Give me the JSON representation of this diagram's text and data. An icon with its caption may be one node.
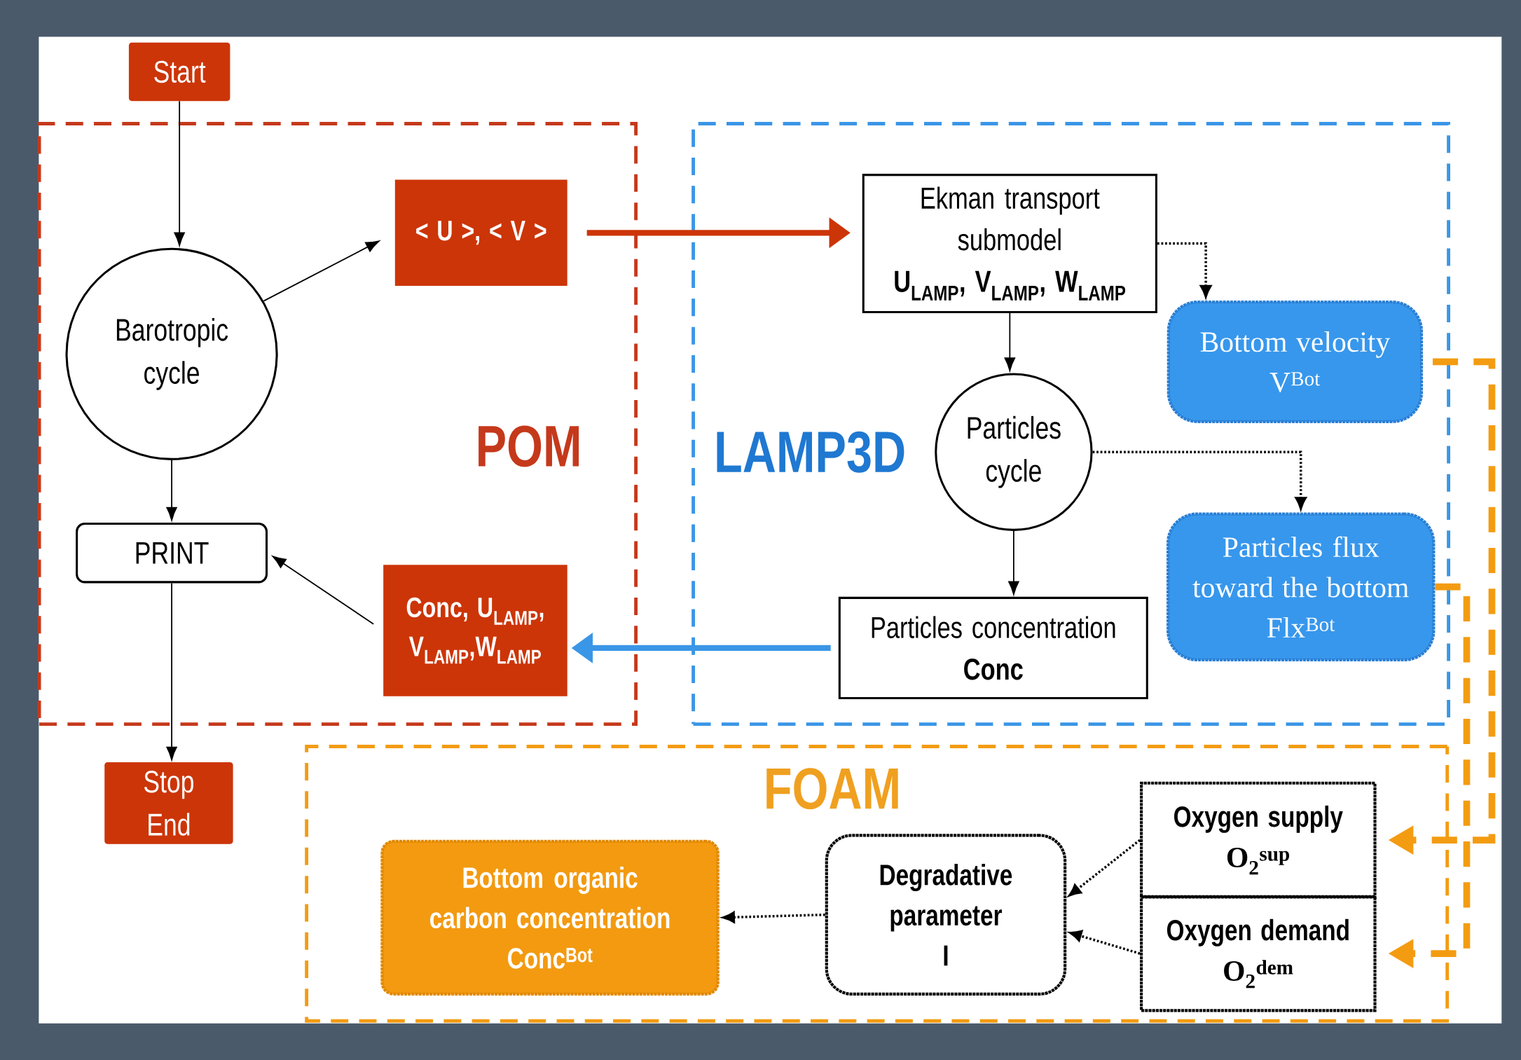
{
  "diagram": {
    "nodes": [
      {
        "text": [
          "Start"
        ]
      },
      {
        "text": [
          "POM"
        ]
      },
      {
        "text": [
          "Barotropic cycle"
        ],
        "in": 1
      },
      {
        "text": [
          "< U >, < V >"
        ],
        "in": 1
      },
      {
        "text": [
          "PRINT"
        ],
        "in": 1
      },
      {
        "text": [
          "Conc, U$_{LAMP}$, V$_{LAMP}$,W$_{LAMP}$"
        ],
        "in": 1
      },
      {
        "text": [
          "Stop",
          "End"
        ]
      },
      {
        "text": [
          "LAMP3D"
        ]
      },
      {
        "text": [
          "Ekman transport submodel",
          "U$_{LAMP}$, V$_{LAMP}$, W$_{LAMP}$"
        ],
        "in": 7
      },
      {
        "text": [
          "Bottom velocity",
          "V$^{Bot}$"
        ],
        "in": 7
      },
      {
        "text": [
          "Particles cycle"
        ],
        "in": 7
      },
      {
        "text": [
          "Particles flux toward the bottom",
          "Flx$^{Bot}$"
        ],
        "in": 7
      },
      {
        "text": [
          "Particles concentration",
          "Conc"
        ],
        "in": 7
      },
      {
        "text": [
          "FOAM"
        ]
      },
      {
        "text": [
          "Bottom organic carbon concentration",
          "Conc$^{Bot}$"
        ],
        "in": 13
      },
      {
        "text": [
          "Degradative parameter",
          "I"
        ],
        "in": 13
      },
      {
        "text": [
          "Oxygen supply",
          "O$_{2}$$^{sup}$"
        ],
        "in": 13
      },
      {
        "text": [
          "Oxygen demand",
          "O$_{2}$$^{dem}$"
        ],
        "in": 13
      }
    ],
    "edges": [
      {
        "from": 0,
        "to": 2,
        "arrow": "to"
      },
      {
        "from": 2,
        "to": 3,
        "arrow": "to"
      },
      {
        "from": 3,
        "to": 8,
        "arrow": "to",
        "style": "thick",
        "color": "#cc3508"
      },
      {
        "from": 8,
        "to": 10,
        "arrow": "to"
      },
      {
        "from": 8,
        "to": 9,
        "arrow": "to",
        "style": "dashed"
      },
      {
        "from": 10,
        "to": 11,
        "arrow": "to",
        "style": "dashed"
      },
      {
        "from": 10,
        "to": 12,
        "arrow": "to"
      },
      {
        "from": 12,
        "to": 5,
        "arrow": "to",
        "style": "thick",
        "color": "#3a96e6"
      },
      {
        "from": 5,
        "to": 4,
        "arrow": "to"
      },
      {
        "from": 2,
        "to": 4,
        "arrow": "to"
      },
      {
        "from": 4,
        "to": 6,
        "arrow": "to"
      },
      {
        "from": 9,
        "to": 16,
        "arrow": "to",
        "style": "dashed",
        "color": "#f39c12"
      },
      {
        "from": 11,
        "to": 17,
        "arrow": "to",
        "style": "dashed",
        "color": "#f39c12"
      },
      {
        "from": 16,
        "to": 15,
        "arrow": "to",
        "style": "dashed"
      },
      {
        "from": 17,
        "to": 15,
        "arrow": "to",
        "style": "dashed"
      },
      {
        "from": 15,
        "to": 14,
        "arrow": "to",
        "style": "dashed"
      }
    ]
  }
}
